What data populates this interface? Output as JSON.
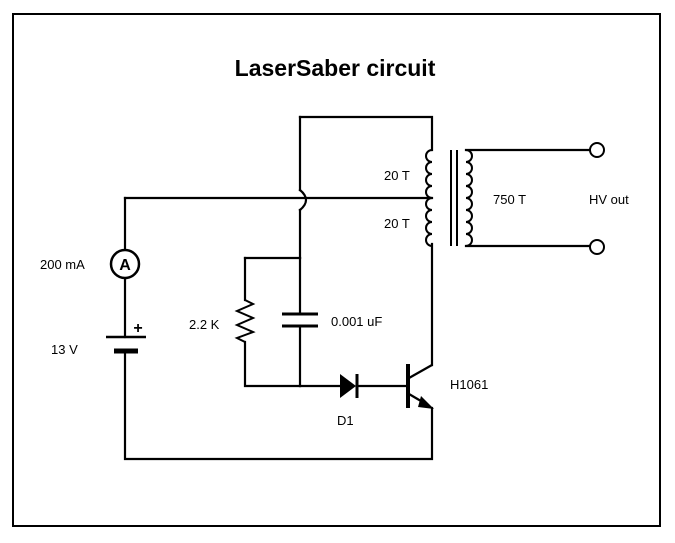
{
  "diagram": {
    "title": "LaserSaber circuit",
    "labels": {
      "primary_top_turns": "20 T",
      "primary_bottom_turns": "20 T",
      "secondary_turns": "750 T",
      "output": "HV out",
      "ammeter_reading": "200 mA",
      "ammeter_symbol": "A",
      "battery_voltage": "13 V",
      "battery_polarity": "+",
      "resistor": "2.2 K",
      "capacitor": "0.001 uF",
      "diode": "D1",
      "transistor": "H1061"
    }
  }
}
